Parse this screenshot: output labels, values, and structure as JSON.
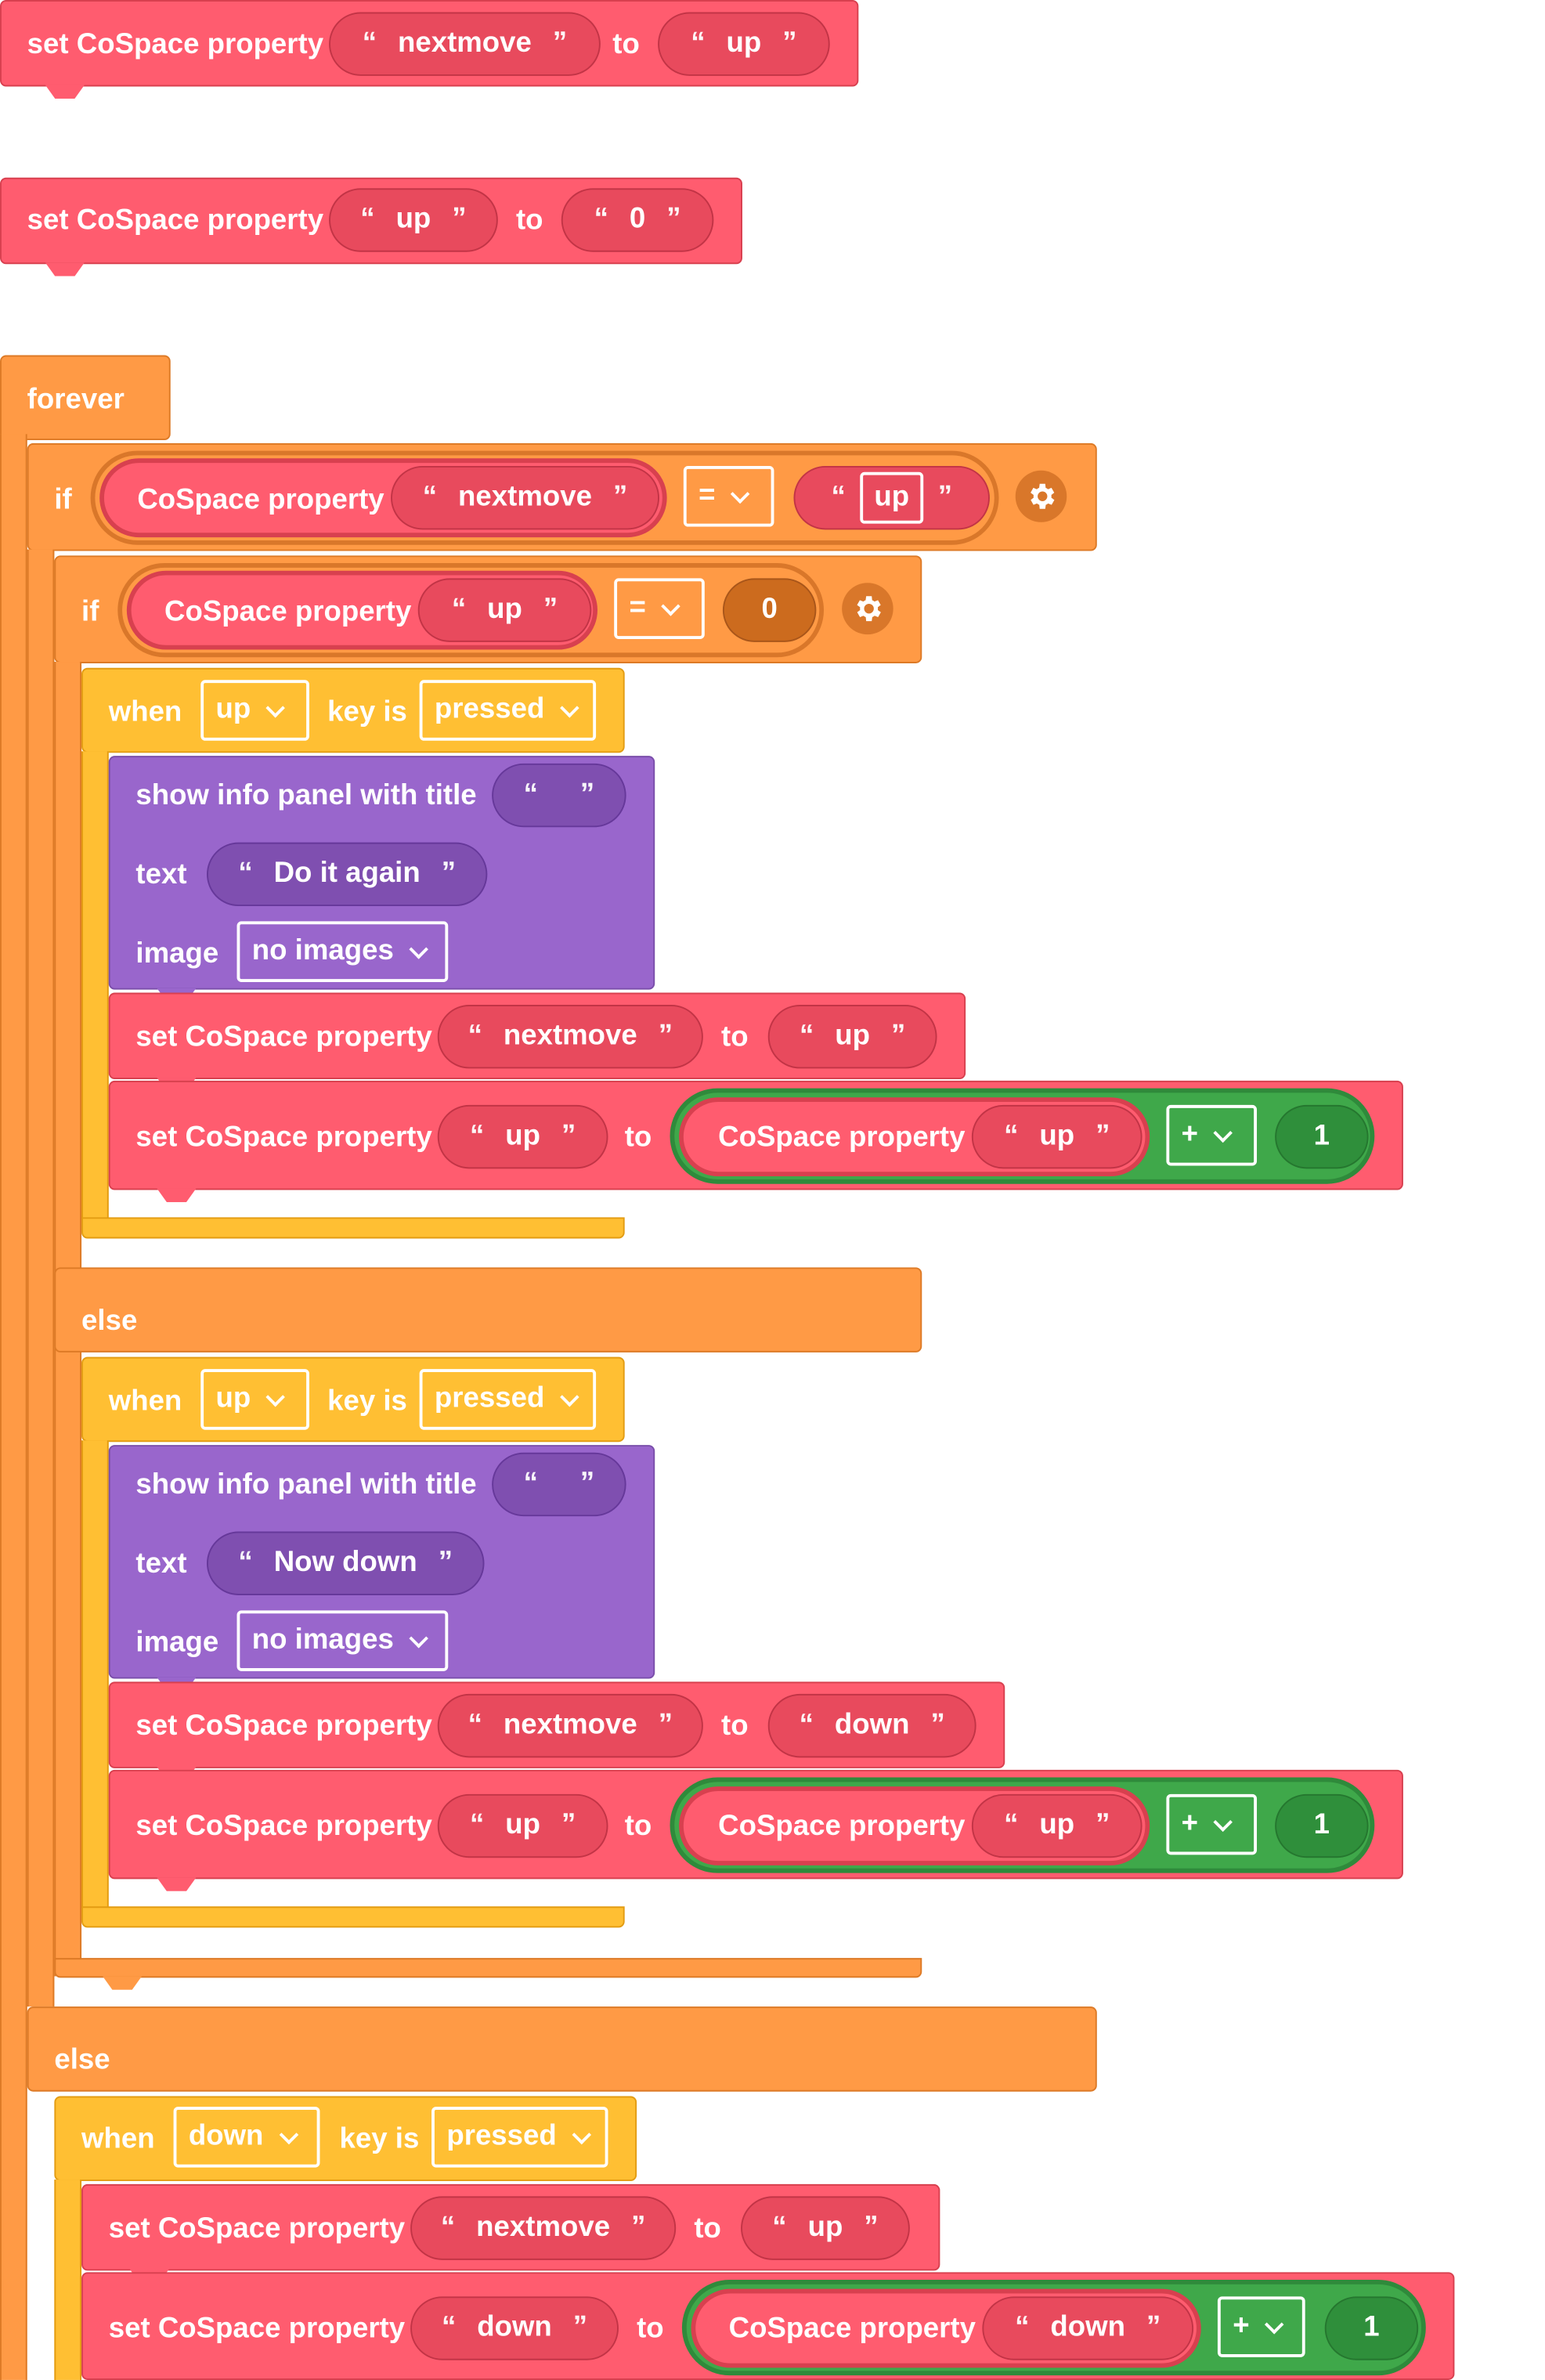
{
  "blocks": {
    "set_label": "set CoSpace property",
    "get_label": "CoSpace property",
    "to_label": "to",
    "forever_label": "forever",
    "if_label": "if",
    "else_label": "else",
    "when_label": "when",
    "key_is_label": "key is",
    "show_info_label": "show info panel with title",
    "text_label": "text",
    "image_label": "image",
    "no_images": "no images",
    "pressed": "pressed",
    "key_up": "up",
    "key_down": "down",
    "op_eq": "=",
    "op_plus": "+",
    "num_0": "0",
    "num_1": "1",
    "str_nextmove": "nextmove",
    "str_up": "up",
    "str_down": "down",
    "str_0": "0",
    "str_empty": "",
    "text_do_it_again": "Do it again",
    "text_now_down": "Now down"
  },
  "colors": {
    "cospace_property": "#ff5c6f",
    "control": "#ff9a45",
    "event": "#ffbf33",
    "ui": "#9966cc",
    "math": "#3fa84a"
  },
  "icons": [
    "gear-icon",
    "chevron-down-icon"
  ]
}
